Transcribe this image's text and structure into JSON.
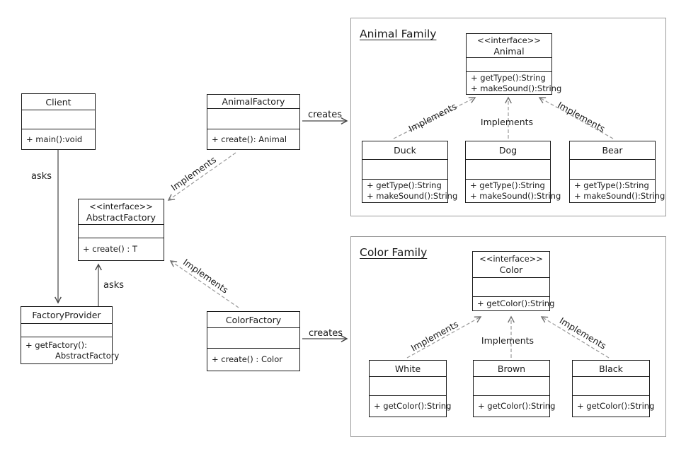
{
  "edge_labels": {
    "asks": "asks",
    "creates": "creates",
    "implements": "Implements"
  },
  "panels": {
    "animal_family": {
      "title": "Animal Family"
    },
    "color_family": {
      "title": "Color Family"
    }
  },
  "classes": {
    "client": {
      "title": "Client",
      "m1": "+ main():void"
    },
    "abstract_factory": {
      "stereotype": "<<interface>>",
      "title": "AbstractFactory",
      "m1": "+ create() : T"
    },
    "factory_provider": {
      "title": "FactoryProvider",
      "m1": "+ getFactory():",
      "m2": "AbstractFactory"
    },
    "animal_factory": {
      "title": "AnimalFactory",
      "m1": "+ create(): Animal"
    },
    "color_factory": {
      "title": "ColorFactory",
      "m1": "+ create() : Color"
    },
    "animal": {
      "stereotype": "<<interface>>",
      "title": "Animal",
      "m1": "+ getType():String",
      "m2": "+ makeSound():String"
    },
    "duck": {
      "title": "Duck",
      "m1": "+ getType():String",
      "m2": "+ makeSound():String"
    },
    "dog": {
      "title": "Dog",
      "m1": "+ getType():String",
      "m2": "+ makeSound():String"
    },
    "bear": {
      "title": "Bear",
      "m1": "+ getType():String",
      "m2": "+ makeSound():String"
    },
    "color": {
      "stereotype": "<<interface>>",
      "title": "Color",
      "m1": "+ getColor():String"
    },
    "white": {
      "title": "White",
      "m1": "+ getColor():String"
    },
    "brown": {
      "title": "Brown",
      "m1": "+ getColor():String"
    },
    "black": {
      "title": "Black",
      "m1": "+ getColor():String"
    }
  }
}
